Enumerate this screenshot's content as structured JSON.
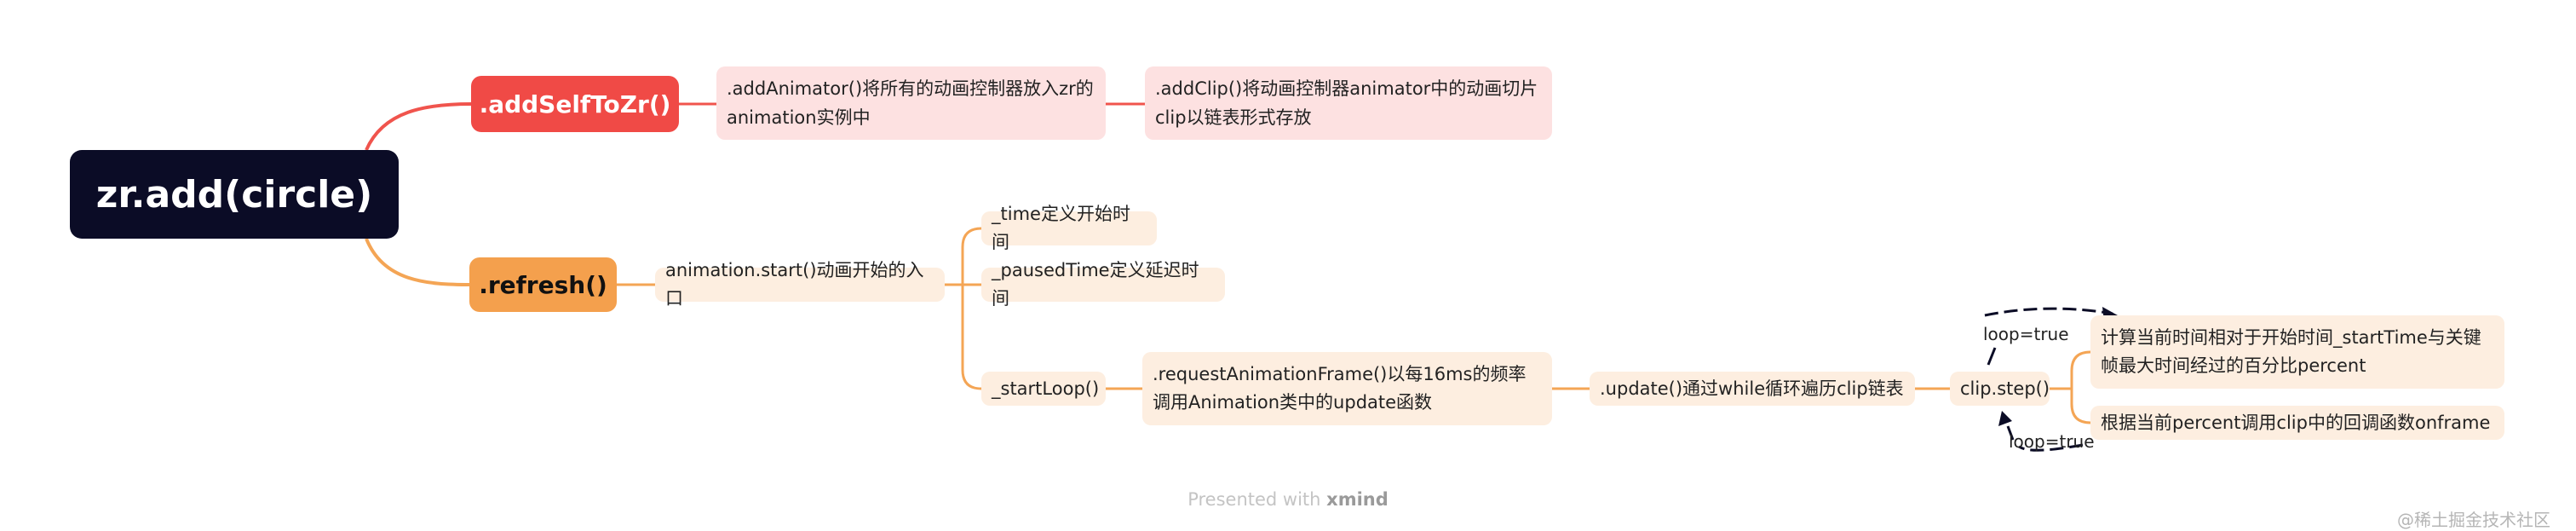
{
  "root": "zr.add(circle)",
  "branch1": {
    "label": ".addSelfToZr()",
    "child": ".addAnimator()将所有的动画控制器放入zr的animation实例中",
    "grandchild": ".addClip()将动画控制器animator中的动画切片clip以链表形式存放"
  },
  "branch2": {
    "label": ".refresh()",
    "child": "animation.start()动画开始的入口",
    "items": [
      "_time定义开始时间",
      "_pausedTime定义延迟时间",
      "_startLoop()"
    ],
    "raf": ".requestAnimationFrame()以每16ms的频率调用Animation类中的update函数",
    "update": ".update()通过while循环遍历clip链表",
    "step": "clip.step()",
    "step_children": [
      "计算当前时间相对于开始时间_startTime与关键帧最大时间经过的百分比percent",
      "根据当前percent调用clip中的回调函数onframe"
    ],
    "loop_top": "loop=true",
    "loop_bottom": "loop=true"
  },
  "footer": {
    "prefix": "Presented with",
    "brand": "xmind"
  },
  "watermark": "@稀土掘金技术社区",
  "colors": {
    "root": "#0b0c26",
    "red": "#f04a46",
    "orange": "#f4a04d",
    "pink": "#fde1e1",
    "peach": "#fdeee0",
    "line_red": "#f0544d",
    "line_orange": "#f4a555",
    "line_dark": "#0b0c26"
  }
}
